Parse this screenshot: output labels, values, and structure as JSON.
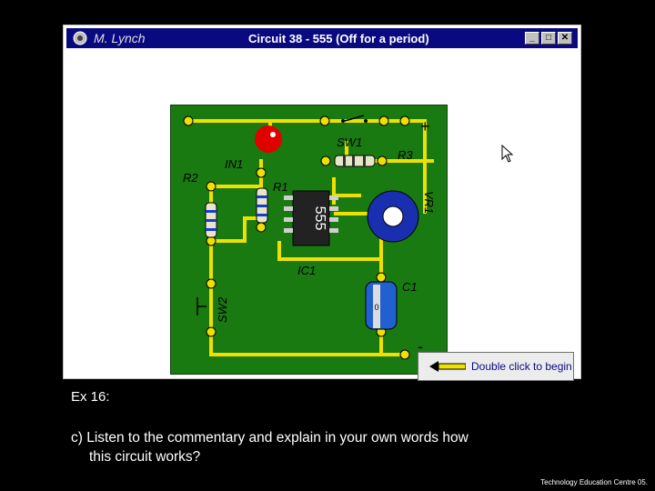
{
  "window": {
    "app_name": "M. Lynch",
    "title": "Circuit 38 - 555 (Off for a period)",
    "minimize_label": "_",
    "maximize_label": "□",
    "close_label": "✕",
    "icon": "app-icon"
  },
  "circuit": {
    "labels": {
      "sw1": "SW1",
      "r3": "R3",
      "ln1": "IN1",
      "r2": "R2",
      "r1": "R1",
      "vr1": "VR1",
      "ic1": "IC1",
      "c1": "C1",
      "sw2": "SW2",
      "plus": "+",
      "minus": "-",
      "chip": "555",
      "cap_value": "0"
    },
    "colors": {
      "board": "#1a7a12",
      "track": "#f0e000",
      "led": "#e00000",
      "pot": "#1a2fb0",
      "cap": "#2060d0"
    }
  },
  "begin_button": {
    "label": "Double click to begin"
  },
  "slide": {
    "exercise": "Ex 16:",
    "question_line1": "c) Listen to the commentary and explain in your own words how",
    "question_line2": "this circuit works?",
    "footer": "Technology Education Centre 05."
  }
}
